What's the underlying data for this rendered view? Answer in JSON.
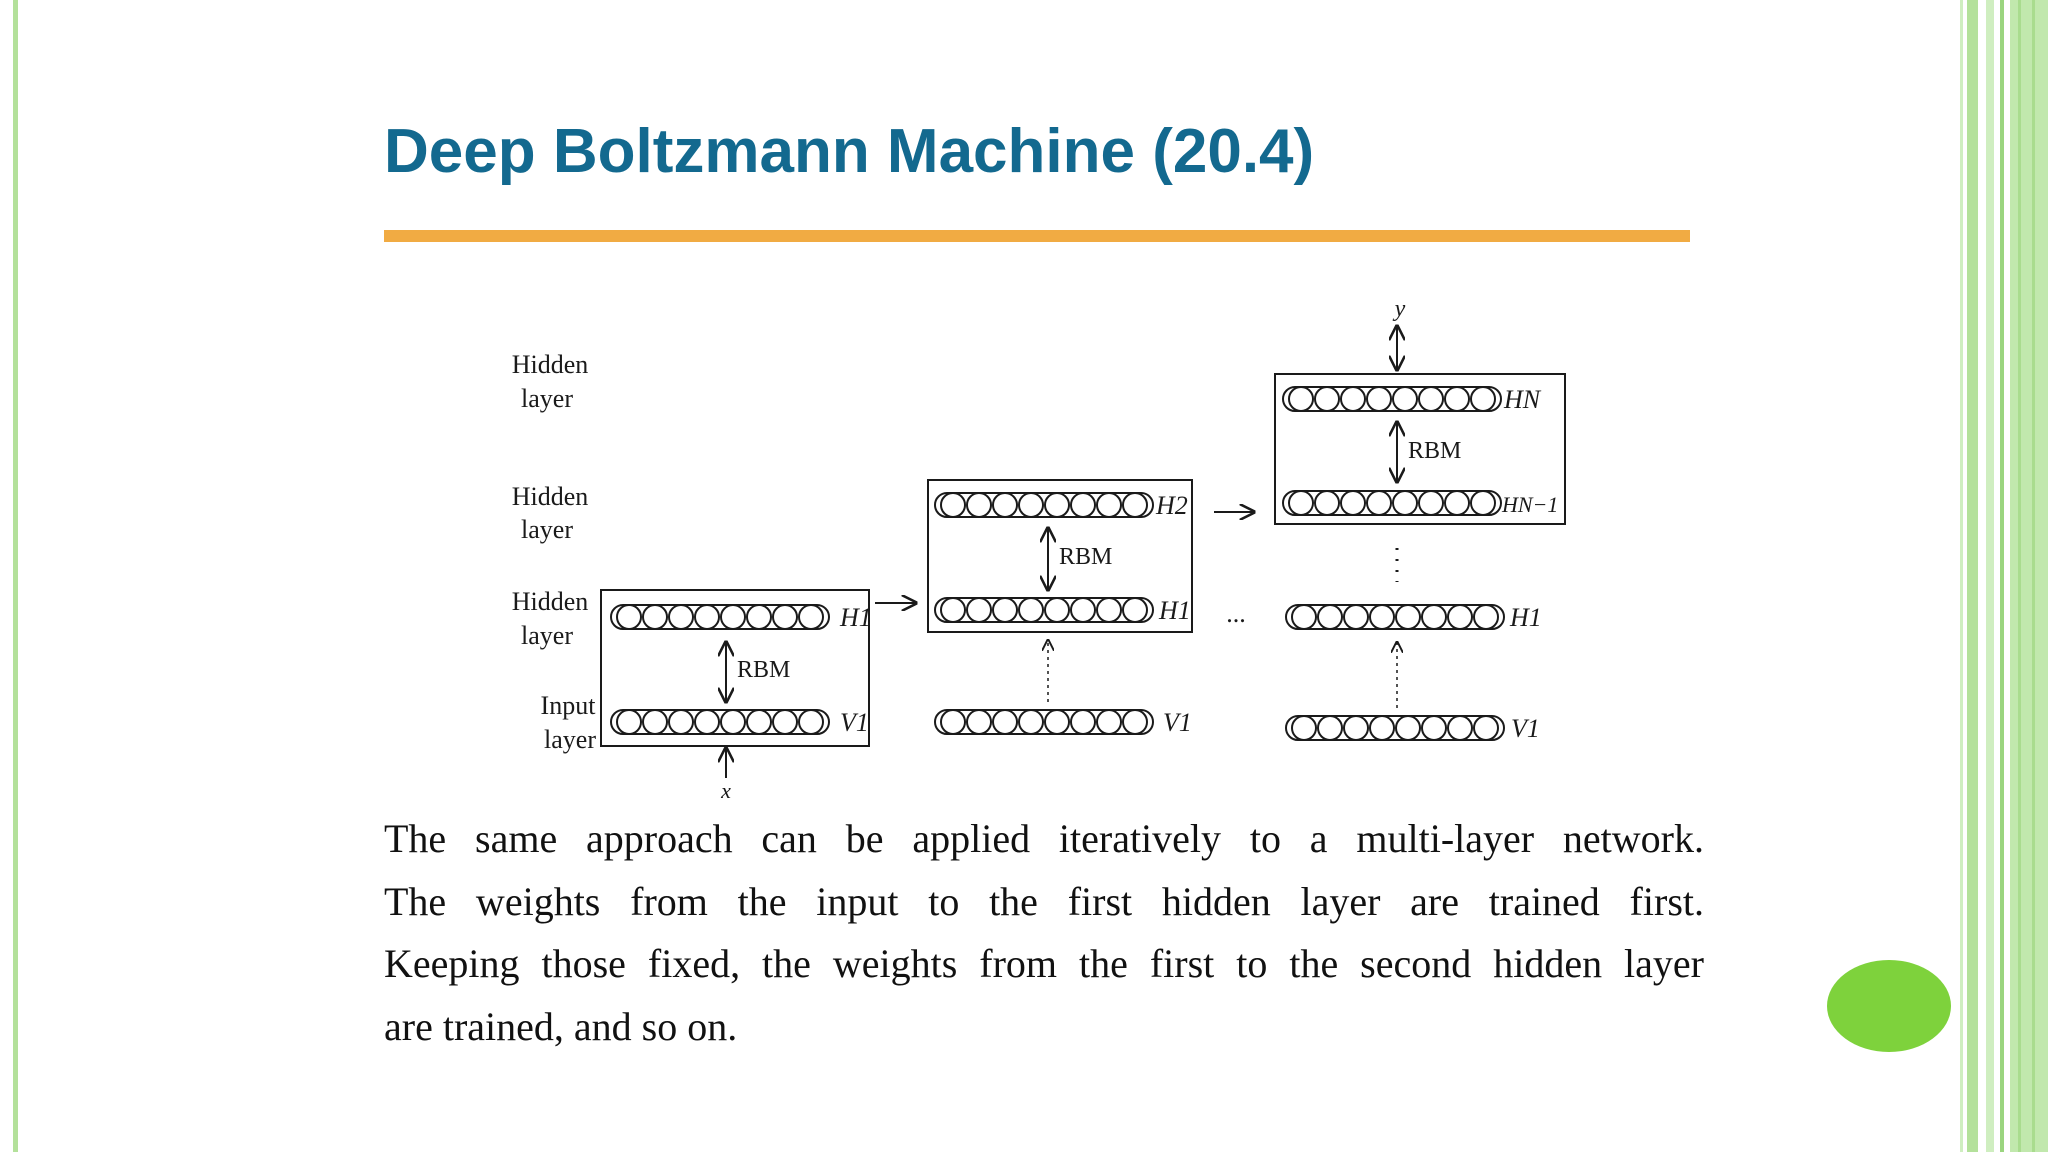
{
  "slide": {
    "title": "Deep Boltzmann Machine (20.4)",
    "colors": {
      "title": "#13698f",
      "accent_rule": "#f1ab43",
      "side_green": "#9bd57f",
      "dot_green": "#7ed23c"
    },
    "diagram": {
      "side_labels": {
        "hidden_1": [
          "Hidden",
          "layer"
        ],
        "hidden_2": [
          "Hidden",
          "layer"
        ],
        "hidden_3": [
          "Hidden",
          "layer"
        ],
        "input": [
          "Input",
          "layer"
        ]
      },
      "rbm_label": "RBM",
      "ellipsis": "...",
      "input_symbol": "x",
      "output_symbol": "y",
      "stage_1": {
        "top_layer": "H1",
        "bottom_layer": "V1"
      },
      "stage_2": {
        "top_layer": "H2",
        "mid_layer": "H1",
        "bottom_layer": "V1"
      },
      "stage_3": {
        "top_layer": "HN",
        "second_layer": "HN−1",
        "mid_layer": "H1",
        "bottom_layer": "V1"
      }
    },
    "body_lines": [
      "The same approach can be applied iteratively to a multi-layer network.",
      "The weights from the input to the first hidden layer are trained first.",
      "Keeping those fixed, the weights from the first to the second hidden layer",
      "are trained, and so on."
    ]
  }
}
